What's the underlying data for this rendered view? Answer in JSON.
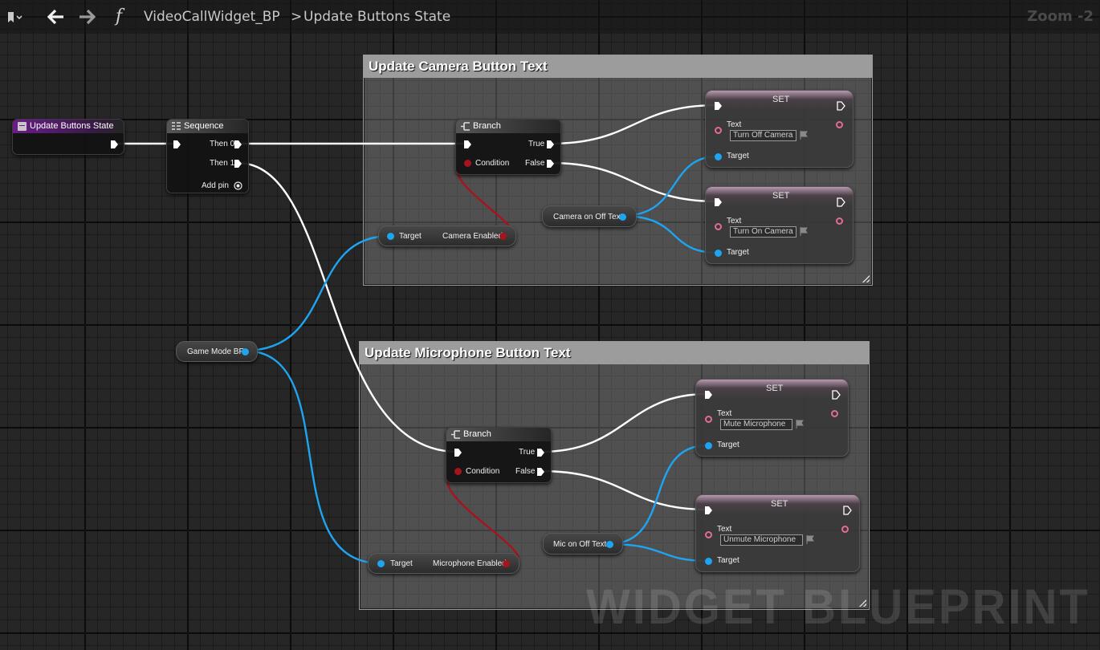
{
  "toolbar": {
    "breadcrumb_blueprint": "VideoCallWidget_BP",
    "breadcrumb_separator": ">",
    "breadcrumb_function": "Update Buttons State",
    "function_symbol": "f",
    "zoom": "Zoom -2"
  },
  "comments": {
    "camera_title": "Update Camera Button Text",
    "microphone_title": "Update Microphone Button Text"
  },
  "nodes": {
    "entry": {
      "title": "Update Buttons State"
    },
    "sequence": {
      "title": "Sequence",
      "then0": "Then 0",
      "then1": "Then 1",
      "add_pin": "Add pin"
    },
    "branch_camera": {
      "title": "Branch",
      "true": "True",
      "false": "False",
      "condition": "Condition"
    },
    "branch_mic": {
      "title": "Branch",
      "true": "True",
      "false": "False",
      "condition": "Condition"
    },
    "camera_enabled": {
      "target": "Target",
      "output": "Camera Enabled"
    },
    "mic_enabled": {
      "target": "Target",
      "output": "Microphone Enabled"
    },
    "game_mode": {
      "label": "Game Mode BP"
    },
    "camera_text_var": {
      "label": "Camera on Off Text"
    },
    "mic_text_var": {
      "label": "Mic on Off Text"
    },
    "set_cam_off": {
      "title": "SET",
      "text_label": "Text",
      "value": "Turn Off Camera",
      "target": "Target"
    },
    "set_cam_on": {
      "title": "SET",
      "text_label": "Text",
      "value": "Turn On Camera",
      "target": "Target"
    },
    "set_mic_mute": {
      "title": "SET",
      "text_label": "Text",
      "value": "Mute Microphone",
      "target": "Target"
    },
    "set_mic_unmute": {
      "title": "SET",
      "text_label": "Text",
      "value": "Unmute Microphone",
      "target": "Target"
    }
  },
  "colors": {
    "exec_wire": "#ffffff",
    "object_wire": "#1ea4f0",
    "boolean_wire": "#a6141e",
    "text_pin": "#e36d8f",
    "function_header": "#6a1d8a"
  },
  "watermark": "WIDGET BLUEPRINT"
}
